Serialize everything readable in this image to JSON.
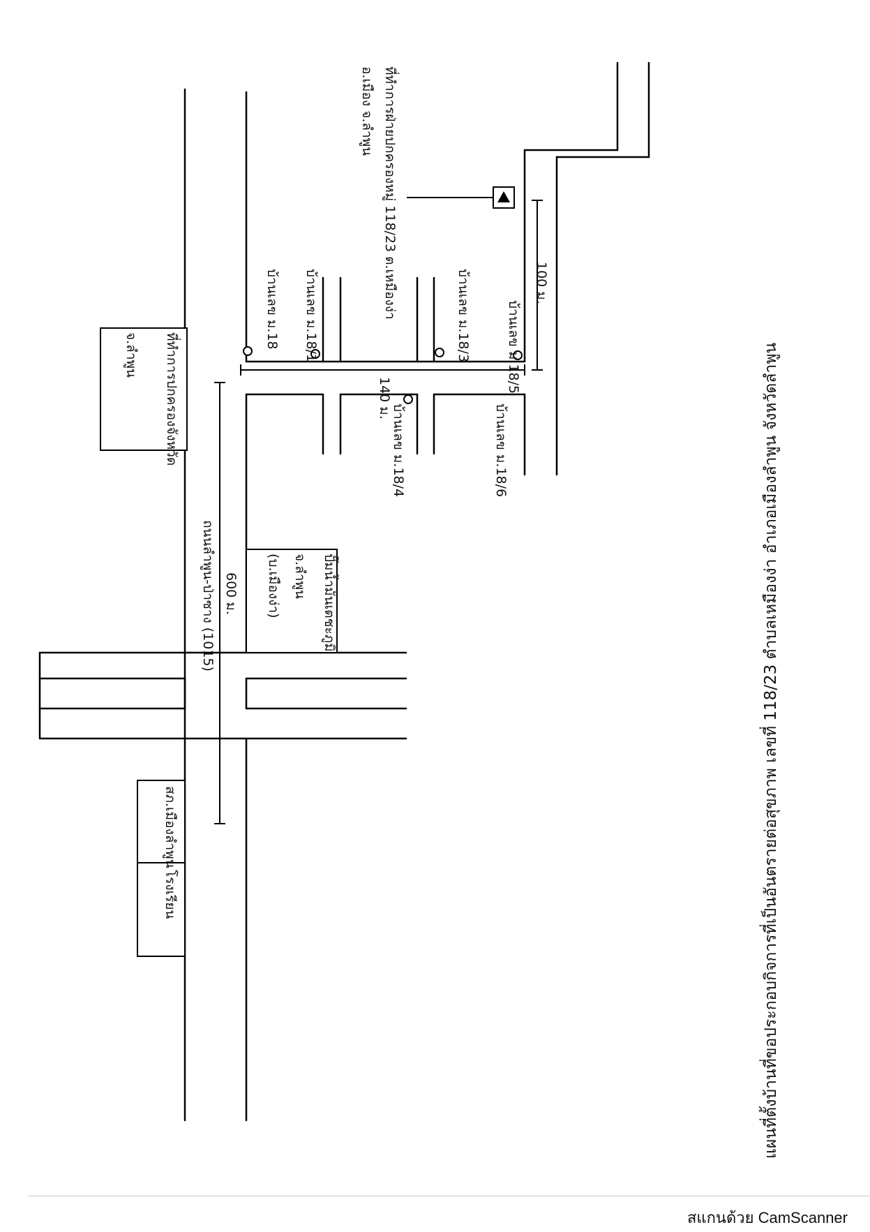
{
  "title": "แผนที่ตั้งบ้านที่ขอประกอบกิจการที่เป็นอันตรายต่อสุขภาพ เลขที่ 118/23 ตำบลเหมืองง่า อำเภอเมืองลำพูน จังหวัดลำพูน",
  "office": {
    "line1": "ที่ทำการฝ่ายปกครองหมู่ 118/23 ต.เหมืองง่า",
    "line2": "อ.เมือง จ.ลำพูน"
  },
  "distances": {
    "d100": "100 ม.",
    "d140": "140 ม.",
    "d600": "600 ม."
  },
  "houses": {
    "h1": "บ้านเลข ม.18/1",
    "h2": "บ้านเลข ม.18",
    "h3": "บ้านเลข ม.18/5",
    "h4": "บ้านเลข ม.18/3",
    "h5": "บ้านเลข ม.18/4",
    "h6": "บ้านเลข ม.18/6"
  },
  "landmarks": {
    "office_lamphun": {
      "line1": "ที่ทำการปกครองจังหวัด",
      "line2": "จ.ลำพูน"
    },
    "hospital": {
      "line1": "ปั๊มน้ำมันเตชะภูมิ",
      "line2": "จ.ลำพูน",
      "line3": "(บ.เมืองง่า)"
    },
    "police": "สภ.เมืองลำพูน",
    "school": "โรงเรียน"
  },
  "road_label": "ถนนลำพูน-ป่าซาง (1015)",
  "footer": "สแกนด้วย CamScanner",
  "colors": {
    "ink": "#111111",
    "paper": "#ffffff"
  }
}
